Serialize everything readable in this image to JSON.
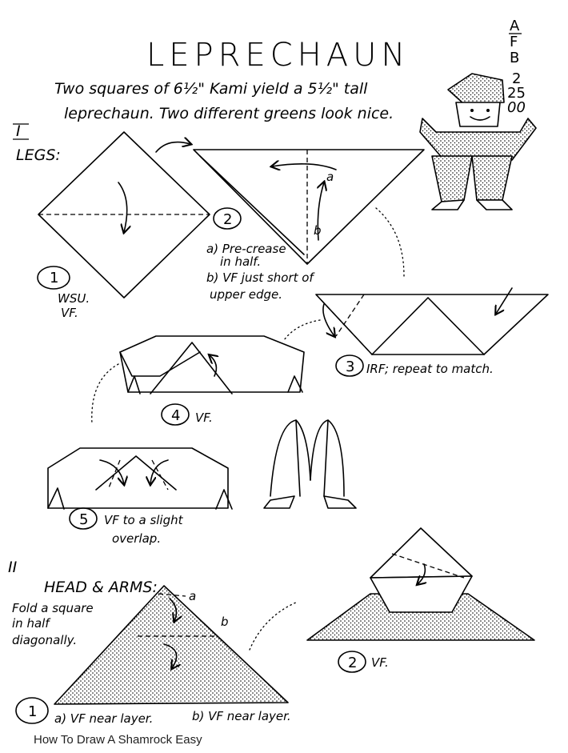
{
  "title": "LEPRECHAUN",
  "subtitle": {
    "line1": "Two squares of 6½\" Kami yield a 5½\" tall",
    "line2": "leprechaun. Two different greens look nice."
  },
  "credit": {
    "initials_top": "A",
    "initials_mid": "F",
    "initials_bot": "B",
    "day": "2",
    "month": "25",
    "year": "00"
  },
  "section1": {
    "numeral": "I",
    "heading": "LEGS:",
    "step1": {
      "num": "1",
      "notes": [
        "WSU.",
        "VF."
      ]
    },
    "step2": {
      "num": "2",
      "label_a": "a",
      "label_b": "b",
      "notes": [
        "a) Pre-crease",
        "in half.",
        "b) VF just short of",
        "upper edge."
      ]
    },
    "step3": {
      "num": "3",
      "note": "IRF; repeat to match."
    },
    "step4": {
      "num": "4",
      "note": "VF."
    },
    "step5": {
      "num": "5",
      "notes": [
        "VF to a slight",
        "overlap."
      ]
    }
  },
  "section2": {
    "numeral": "II",
    "heading": "HEAD & ARMS:",
    "intro": [
      "Fold a square",
      "in half",
      "diagonally."
    ],
    "step1": {
      "num": "1",
      "label_a": "a",
      "label_b": "b",
      "note_a": "a) VF near layer.",
      "note_b": "b) VF near layer."
    },
    "step2": {
      "num": "2",
      "note": "VF."
    }
  },
  "watermark": "How To Draw A Shamrock Easy"
}
